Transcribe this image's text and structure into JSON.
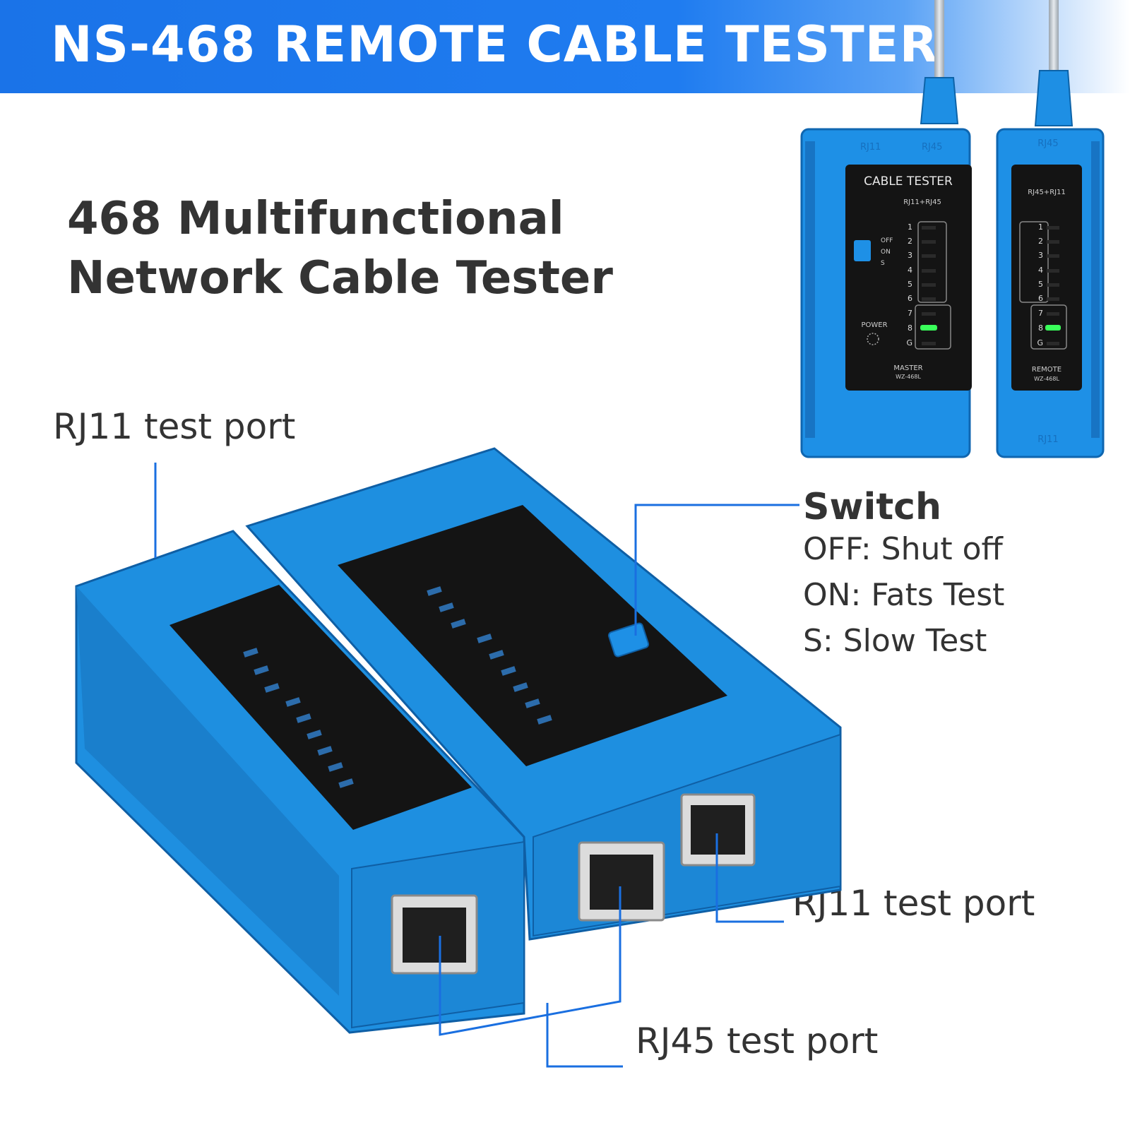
{
  "banner": {
    "title": "NS-468 REMOTE CABLE TESTER"
  },
  "headline": {
    "line1": "468 Multifunctional",
    "line2": "Network Cable Tester"
  },
  "callouts": {
    "rj11_left": "RJ11 test port",
    "rj11_right": "RJ11 test port",
    "rj45": "RJ45 test port",
    "switch_title": "Switch",
    "switch_off": "OFF: Shut off",
    "switch_on": "ON: Fats Test",
    "switch_s": "S: Slow Test"
  },
  "master_unit": {
    "port_labels": [
      "RJ11",
      "RJ45"
    ],
    "panel_title": "CABLE TESTER",
    "panel_subtitle": "RJ11+RJ45",
    "switch_positions": [
      "OFF",
      "ON",
      "S"
    ],
    "led_labels": [
      "1",
      "2",
      "3",
      "4",
      "5",
      "6",
      "7",
      "8",
      "G"
    ],
    "power_label": "POWER",
    "model_role": "MASTER",
    "model_number": "WZ-468L",
    "lit_led": "8"
  },
  "remote_unit": {
    "port_labels": [
      "RJ45",
      "RJ11"
    ],
    "panel_subtitle": "RJ45+RJ11",
    "led_labels": [
      "1",
      "2",
      "3",
      "4",
      "5",
      "6",
      "7",
      "8",
      "G"
    ],
    "model_role": "REMOTE",
    "model_number": "WZ-468L",
    "lit_led": "8"
  },
  "colors": {
    "banner": "#1a73e8",
    "device": "#1e90e6",
    "panel": "#141414",
    "callout_line": "#1a6fe0",
    "led_on": "#39ff5a"
  }
}
